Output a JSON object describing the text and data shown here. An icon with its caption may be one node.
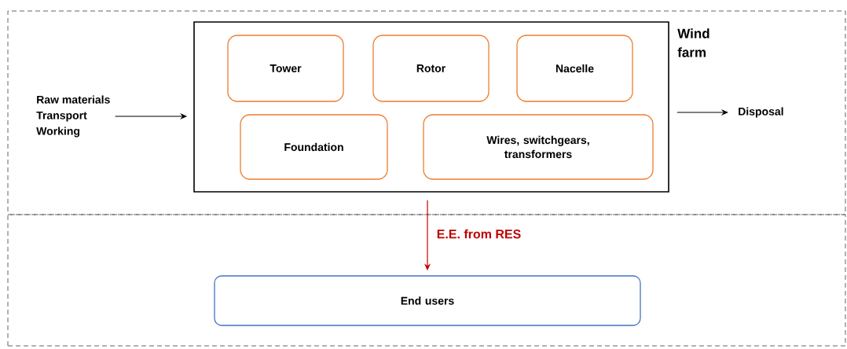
{
  "diagram": {
    "nodes": [
      {
        "text": [],
        "shape": "box"
      },
      {
        "text": [
          "Wind farm"
        ],
        "in": 0
      },
      {
        "text": [
          "Tower"
        ],
        "in": 1
      },
      {
        "text": [
          "Rotor"
        ],
        "in": 1
      },
      {
        "text": [
          "Nacelle"
        ],
        "in": 1
      },
      {
        "text": [
          "Foundation"
        ],
        "in": 1
      },
      {
        "text": [
          "Wires, switchgears, transformers"
        ],
        "in": 1
      },
      {
        "text": [
          "Raw materials",
          "Transport",
          "Working"
        ],
        "in": 0
      },
      {
        "text": [
          "Disposal"
        ],
        "in": 0
      },
      {
        "text": [],
        "shape": "box"
      },
      {
        "text": [
          "End users"
        ],
        "in": 9
      }
    ],
    "edges": [
      {
        "from": 7,
        "to": 1,
        "arrow": "to"
      },
      {
        "from": 1,
        "to": 8,
        "arrow": "to"
      },
      {
        "from": 1,
        "to": 10,
        "arrow": "to",
        "label": "E.E. from RES",
        "color": "#c00000"
      }
    ]
  }
}
